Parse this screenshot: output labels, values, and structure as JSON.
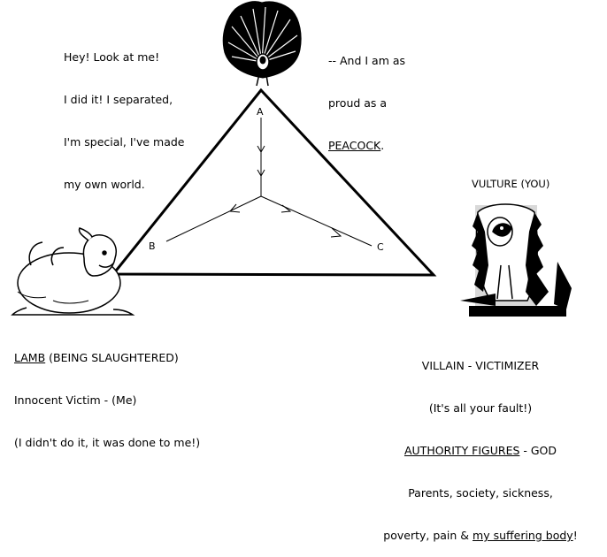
{
  "peacock_speech": [
    "Hey! Look at me!",
    "I did it! I separated,",
    "I'm special, I've made",
    "my own world."
  ],
  "peacock_claim": {
    "line1": "-- And I am as",
    "line2": "proud as a",
    "peacock_word": "PEACOCK",
    "period": "."
  },
  "vertex_labels": {
    "a": "A",
    "b": "B",
    "c": "C"
  },
  "vulture_title": "VULTURE (YOU)",
  "lamb": {
    "title": "LAMB",
    "title_rest": " (BEING SLAUGHTERED)",
    "line2": "Innocent Victim - (Me)",
    "line3": "(I didn't do it, it was done to me!)"
  },
  "villain": {
    "title": "VILLAIN - VICTIMIZER",
    "line2": "(It's all your fault!)",
    "authority": "AUTHORITY FIGURES",
    "authority_rest": " - GOD",
    "line4": "Parents, society, sickness,",
    "line5_start": "poverty, pain & ",
    "line5_underlined": "my suffering body",
    "line5_end": "!"
  }
}
